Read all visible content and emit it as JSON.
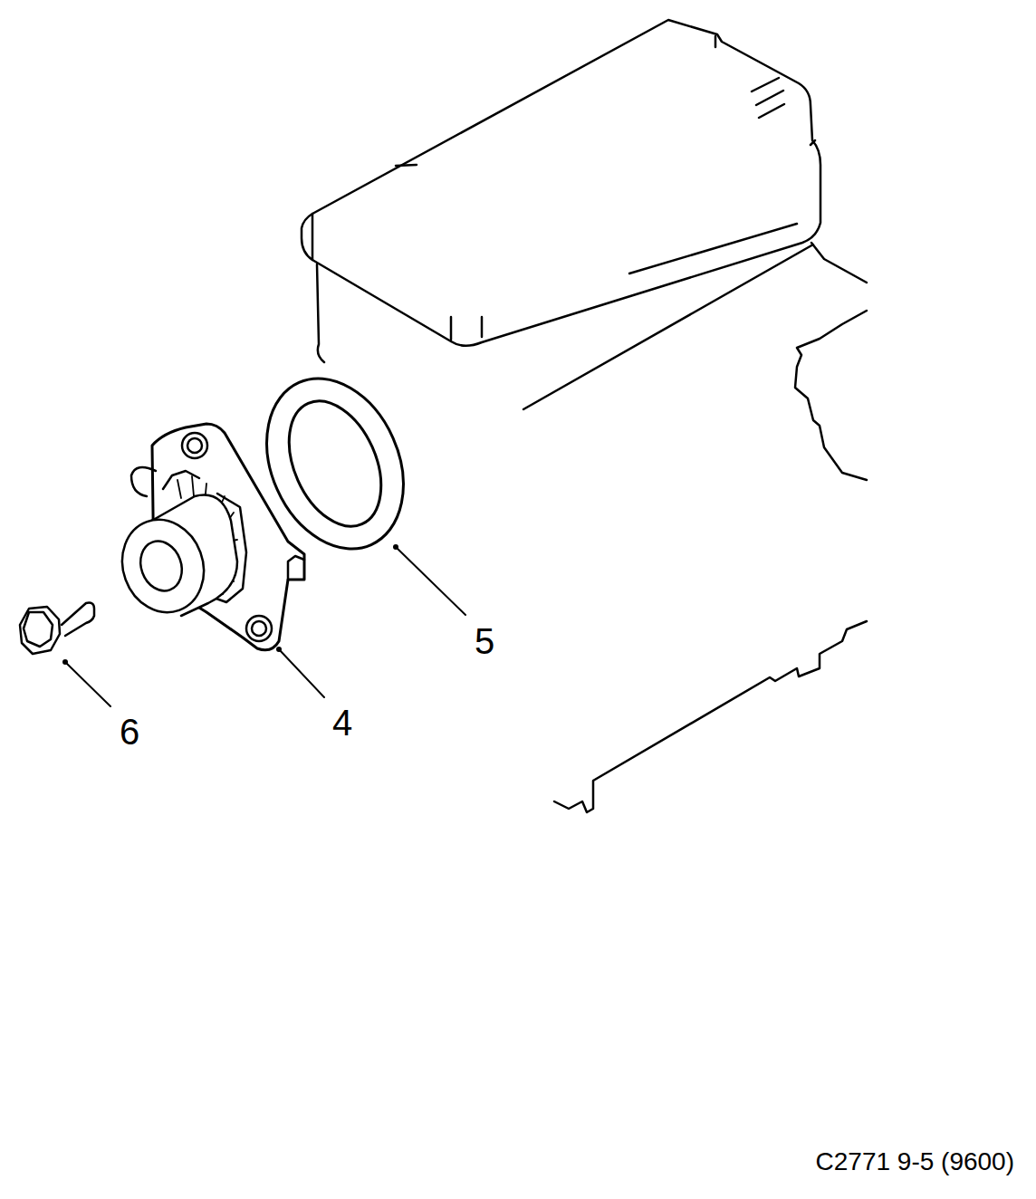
{
  "diagram": {
    "labels": [
      "5",
      "4",
      "6",
      "C2771 9-5 (9600)"
    ]
  }
}
